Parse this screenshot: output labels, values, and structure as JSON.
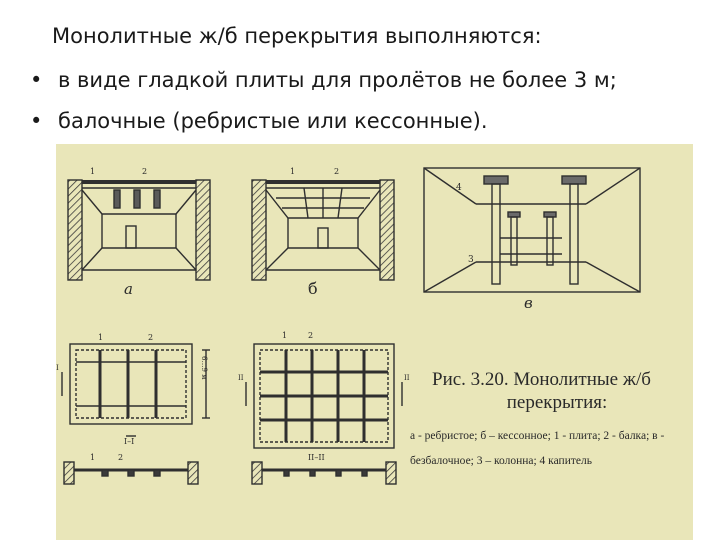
{
  "slide": {
    "intro": "Монолитные ж/б перекрытия выполняются:",
    "bullets": [
      "в виде гладкой плиты для пролётов не более 3 м;",
      "балочные (ребристые или кессонные)."
    ],
    "bullet_glyph": "•"
  },
  "figure": {
    "caption_title_1": "Рис. 3.20. Монолитные ж/б",
    "caption_title_2": "перекрытия:",
    "caption_desc": "а - ребристое; б – кессонное; 1 - плита; 2 - балка; в - безбалочное; 3 – колонна; 4 капитель",
    "panel_labels": {
      "a": "а",
      "b": "б",
      "v": "в"
    },
    "callouts": {
      "n1": "1",
      "n2": "2",
      "n3": "3",
      "n4": "4"
    },
    "section_marks": {
      "I": "I",
      "II": "II",
      "I_I": "I–I",
      "II_II": "II–II"
    },
    "dimension": "6…9 м"
  },
  "colors": {
    "scan_background": "#e9e6b9",
    "ink": "#2b2b2b",
    "text": "#1a1a1a"
  }
}
